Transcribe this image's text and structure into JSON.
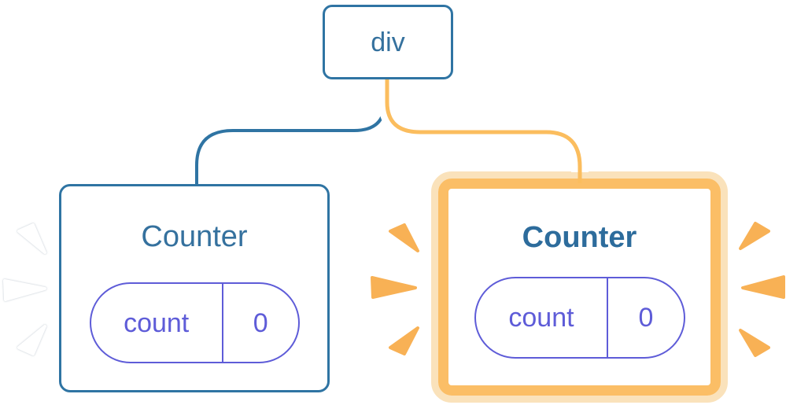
{
  "diagram": {
    "description": "React component tree: a div root with two Counter children; the right Counter is highlighted with an orange glow and render sparks, connected by an amber wire; the left Counter is connected by a blue wire and has white sparks.",
    "root": {
      "label": "div"
    },
    "children": [
      {
        "label": "Counter",
        "highlighted": false,
        "state": {
          "key": "count",
          "value": "0"
        }
      },
      {
        "label": "Counter",
        "highlighted": true,
        "state": {
          "key": "count",
          "value": "0"
        }
      }
    ],
    "colors": {
      "node_border_blue": "#2F74A3",
      "text_blue": "#35719E",
      "text_blue_bold": "#2D6C9C",
      "state_purple": "#5E5CD8",
      "wire_amber": "#FBBD5E",
      "glow_outer_orange": "#FAE2BB",
      "glow_inner_orange": "#FBBE66",
      "spark_orange": "#F8B155",
      "spark_white": "#FFFFFF",
      "background": "#FFFFFF"
    },
    "icons": [
      "render-spark-icon"
    ]
  }
}
